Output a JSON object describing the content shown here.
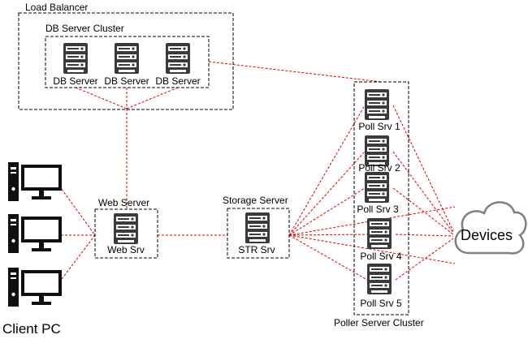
{
  "load_balancer": {
    "label": "Load Balancer"
  },
  "db_cluster": {
    "label": "DB Server Cluster",
    "servers": [
      {
        "label": "DB Server"
      },
      {
        "label": "DB Server"
      },
      {
        "label": "DB Server"
      }
    ]
  },
  "web_server": {
    "group_label": "Web Server",
    "label": "Web Srv"
  },
  "storage_server": {
    "group_label": "Storage Server",
    "label": "STR Srv"
  },
  "poller_cluster": {
    "label": "Poller Server Cluster",
    "servers": [
      {
        "label": "Poll Srv 1"
      },
      {
        "label": "Poll Srv 2"
      },
      {
        "label": "Poll Srv 3"
      },
      {
        "label": "Poll Srv 4"
      },
      {
        "label": "Poll Srv 5"
      }
    ]
  },
  "devices": {
    "label": "Devices"
  },
  "client": {
    "label": "Client PC"
  },
  "colors": {
    "link": "#e00000",
    "icon": "#3a3a3a",
    "outline": "#000000"
  }
}
